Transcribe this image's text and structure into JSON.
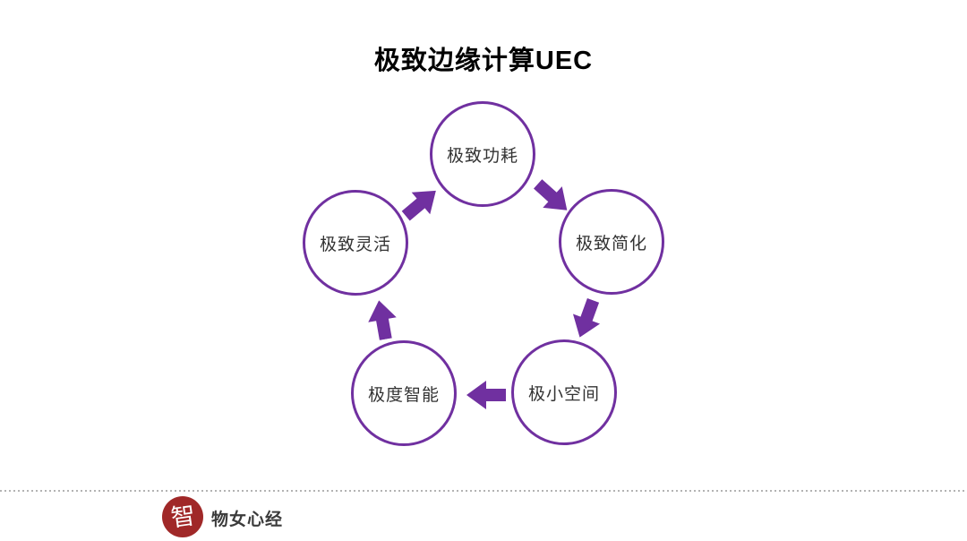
{
  "title": "极致边缘计算UEC",
  "diagram": {
    "type": "cycle",
    "direction": "clockwise",
    "nodes": [
      {
        "position": "top",
        "label": "极致功耗"
      },
      {
        "position": "right",
        "label": "极致简化"
      },
      {
        "position": "bottom-right",
        "label": "极小空间"
      },
      {
        "position": "bottom-left",
        "label": "极度智能"
      },
      {
        "position": "left",
        "label": "极致灵活"
      }
    ],
    "arrows": [
      "arrow-left-to-top",
      "arrow-top-to-right",
      "arrow-right-to-bottom-right",
      "arrow-bottom-right-to-bottom-left",
      "arrow-bottom-left-to-left"
    ]
  },
  "footer": {
    "brand": "物女心经",
    "logo_char": "智"
  },
  "colors": {
    "accent_purple": "#7030A0",
    "logo_red": "#A02828",
    "title_color": "#000000",
    "node_text_color": "#333333",
    "divider_gray": "#B3B3B3"
  }
}
